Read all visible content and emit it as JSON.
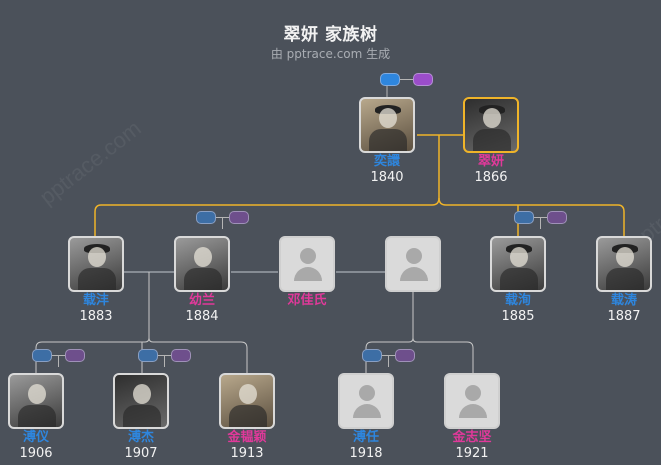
{
  "header": {
    "title": "翠妍 家族树",
    "subtitle": "由 pptrace.com 生成"
  },
  "watermark": "pptrace.com",
  "colors": {
    "background": "#4b515a",
    "male": "#2e86de",
    "female": "#e0399a",
    "focus_line": "#f0b429",
    "line": "#c8c8c8"
  },
  "people": {
    "yirang": {
      "name": "奕譞",
      "year": "1840",
      "gender": "male",
      "photo": "sepia-photo"
    },
    "cuiyan": {
      "name": "翠妍",
      "year": "1866",
      "gender": "female",
      "photo": "dark-photo",
      "focus": true
    },
    "zaifeng": {
      "name": "载沣",
      "year": "1883",
      "gender": "male",
      "photo": "portrait-photo"
    },
    "youlan": {
      "name": "幼兰",
      "year": "1884",
      "gender": "female",
      "photo": "portrait-photo"
    },
    "dengjiashi": {
      "name": "邓佳氏",
      "year": "",
      "gender": "female",
      "photo": "placeholder"
    },
    "unknown_father": {
      "name": "",
      "year": "",
      "gender": "male",
      "photo": "placeholder"
    },
    "zaixun": {
      "name": "载洵",
      "year": "1885",
      "gender": "male",
      "photo": "portrait-photo"
    },
    "zaitao": {
      "name": "载涛",
      "year": "1887",
      "gender": "male",
      "photo": "portrait-photo"
    },
    "puyi": {
      "name": "溥仪",
      "year": "1906",
      "gender": "male",
      "photo": "portrait-photo"
    },
    "pujie": {
      "name": "溥杰",
      "year": "1907",
      "gender": "male",
      "photo": "dark-photo"
    },
    "jinyunying": {
      "name": "金韫颖",
      "year": "1913",
      "gender": "female",
      "photo": "sepia-photo"
    },
    "puren": {
      "name": "溥任",
      "year": "1918",
      "gender": "male",
      "photo": "placeholder"
    },
    "jinzhijian": {
      "name": "金志坚",
      "year": "1921",
      "gender": "female",
      "photo": "placeholder"
    }
  }
}
